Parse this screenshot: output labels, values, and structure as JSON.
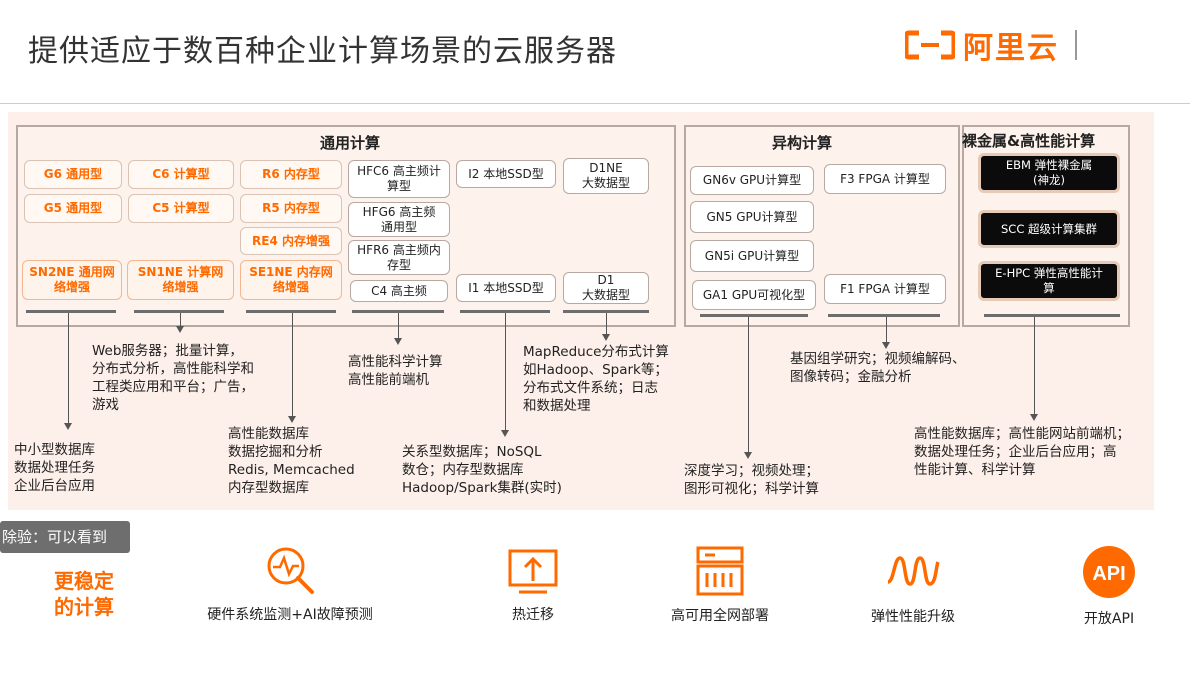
{
  "header": {
    "title": "提供适应于数百种企业计算场景的云服务器",
    "logo_text": "阿里云",
    "accent": "#ff6a00"
  },
  "general": {
    "title": "通用计算",
    "g6": "G6 通用型",
    "c6": "C6 计算型",
    "r6": "R6 内存型",
    "g5": "G5 通用型",
    "c5": "C5 计算型",
    "r5": "R5 内存型",
    "re4": "RE4 内存增强",
    "sn2ne": "SN2NE 通用网络增强",
    "sn1ne": "SN1NE 计算网络增强",
    "se1ne": "SE1NE 内存网络增强",
    "hfc6": "HFC6 高主频计算型",
    "hfg6": "HFG6 高主频通用型",
    "hfr6": "HFR6 高主频内存型",
    "c4": "C4 高主频",
    "i2": "I2 本地SSD型",
    "i1": "I1 本地SSD型",
    "d1ne": "D1NE\n大数据型",
    "d1": "D1\n大数据型"
  },
  "hetero": {
    "title": "异构计算",
    "gn6v": "GN6v GPU计算型",
    "gn5": "GN5  GPU计算型",
    "gn5i": "GN5i GPU计算型",
    "ga1": "GA1 GPU可视化型",
    "f3": "F3 FPGA 计算型",
    "f1": "F1 FPGA 计算型"
  },
  "bare": {
    "title": "裸金属&高性能计算",
    "ebm": "EBM 弹性裸金属\n(神龙)",
    "scc": "SCC 超级计算集群",
    "ehpc": "E-HPC 弹性高性能计\n算"
  },
  "descriptions": {
    "d_web": "Web服务器；批量计算，\n分布式分析，高性能科学和\n工程类应用和平台；广告，\n游戏",
    "d_small": "中小型数据库\n数据处理任务\n企业后台应用",
    "d_hpdb": "高性能数据库\n数据挖掘和分析\nRedis, Memcached\n内存型数据库",
    "d_sci": "高性能科学计算\n高性能前端机",
    "d_mapreduce": "MapReduce分布式计算\n如Hadoop、Spark等；\n分布式文件系统；日志\n和数据处理",
    "d_relational": "关系型数据库；NoSQL\n数仓；内存型数据库\nHadoop/Spark集群(实时)",
    "d_gene": "基因组学研究；视频编解码、\n图像转码；金融分析",
    "d_deep": "深度学习；视频处理；\n图形可视化；科学计算",
    "d_bare": "高性能数据库；高性能网站前端机；\n数据处理任务；企业后台应用；高\n性能计算、科学计算"
  },
  "tooltip": "除验：可以看到",
  "stable_label": "更稳定\n的计算",
  "features": [
    {
      "label": "硬件系统监测+AI故障预测",
      "icon": "monitor-search-icon"
    },
    {
      "label": "热迁移",
      "icon": "migrate-icon"
    },
    {
      "label": "高可用全网部署",
      "icon": "server-icon"
    },
    {
      "label": "弹性性能升级",
      "icon": "wave-icon"
    },
    {
      "label": "开放API",
      "icon": "api-icon"
    }
  ]
}
